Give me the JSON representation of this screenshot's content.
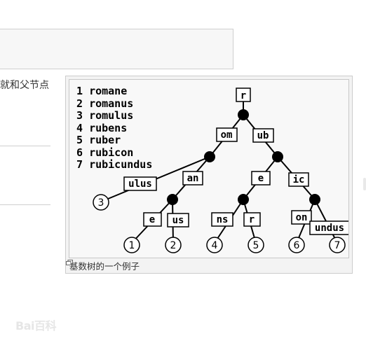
{
  "side_text": "就和父节点",
  "figure": {
    "caption": "基数树的一个例子",
    "legend": [
      {
        "num": "1",
        "word": "romane"
      },
      {
        "num": "2",
        "word": "romanus"
      },
      {
        "num": "3",
        "word": "romulus"
      },
      {
        "num": "4",
        "word": "rubens"
      },
      {
        "num": "5",
        "word": "ruber"
      },
      {
        "num": "6",
        "word": "rubicon"
      },
      {
        "num": "7",
        "word": "rubicundus"
      }
    ],
    "tree_labels": {
      "root": "r",
      "om": "om",
      "ub": "ub",
      "ulus": "ulus",
      "an": "an",
      "e_left": "e",
      "ic": "ic",
      "e_mid": "e",
      "us": "us",
      "ns": "ns",
      "r": "r",
      "on": "on",
      "undus": "undus"
    },
    "leaves": [
      "1",
      "2",
      "3",
      "4",
      "5",
      "6",
      "7"
    ]
  },
  "watermark": "Bai百科"
}
